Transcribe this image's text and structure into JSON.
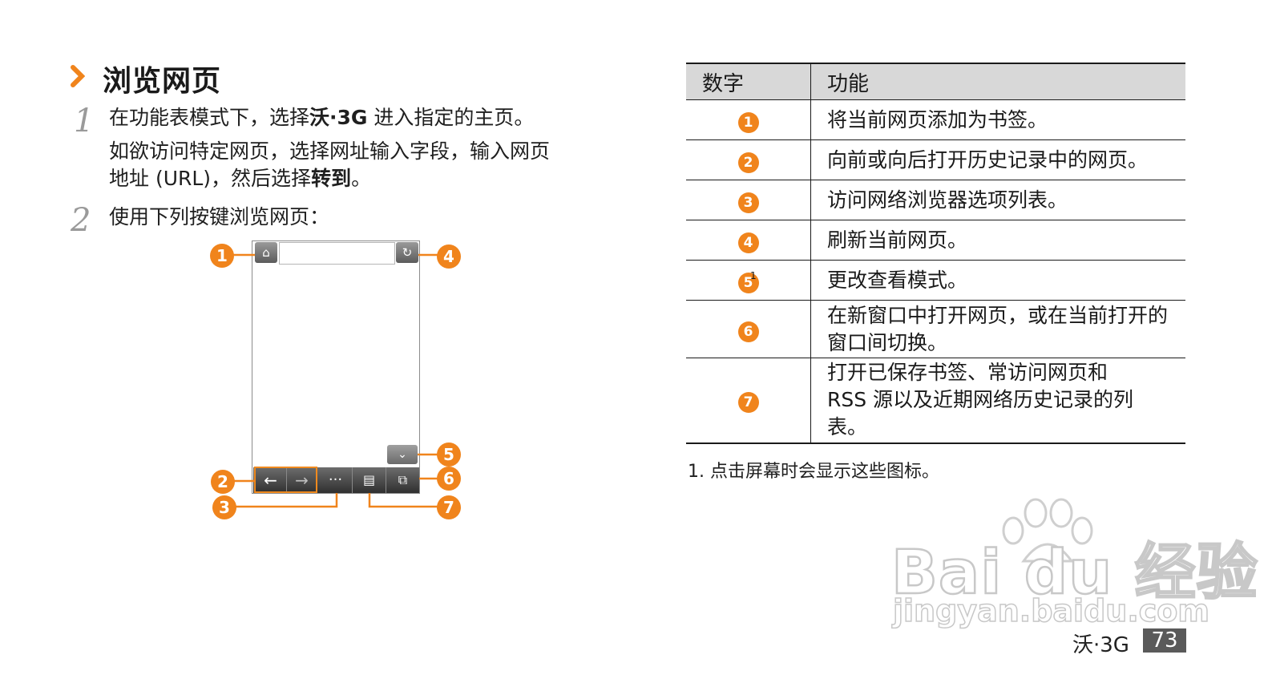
{
  "section": {
    "title": "浏览网页"
  },
  "steps": [
    {
      "num": "1",
      "text_a": "在功能表模式下，选择",
      "text_b": "沃·3G",
      "text_c": " 进入指定的主页。",
      "line2": "如欲访问特定网页，选择网址输入字段，输入网页",
      "line3a": "地址 (URL)，然后选择",
      "line3b": "转到",
      "line3c": "。"
    },
    {
      "num": "2",
      "text": "使用下列按键浏览网页："
    }
  ],
  "diagram": {
    "callouts": [
      "1",
      "2",
      "3",
      "4",
      "5",
      "6",
      "7"
    ],
    "icons": [
      "home-icon",
      "refresh-icon",
      "view-mode-icon",
      "back-arrow-icon",
      "forward-arrow-icon",
      "more-icon",
      "bookmark-icon",
      "window-icon"
    ]
  },
  "table": {
    "headers": [
      "数字",
      "功能"
    ],
    "rows": [
      {
        "num": "1",
        "text": "将当前网页添加为书签。"
      },
      {
        "num": "2",
        "text": "向前或向后打开历史记录中的网页。"
      },
      {
        "num": "3",
        "text": "访问网络浏览器选项列表。"
      },
      {
        "num": "4",
        "text": "刷新当前网页。"
      },
      {
        "num": "5",
        "sup": "1",
        "text": "更改查看模式。"
      },
      {
        "num": "6",
        "text": "在新窗口中打开网页，或在当前打开的窗口间切换。"
      },
      {
        "num": "7",
        "text": "打开已保存书签、常访问网页和 RSS 源以及近期网络历史记录的列表。"
      }
    ]
  },
  "footnote": "1. 点击屏幕时会显示这些图标。",
  "footer": {
    "brand": "沃·3G",
    "page": "73"
  },
  "watermark": {
    "logo": "Bai du 经验",
    "url": "jingyan.baidu.com"
  },
  "colors": {
    "accent": "#f0841c",
    "header_bg": "#d8d8d8",
    "page_badge": "#5a5a5a"
  }
}
